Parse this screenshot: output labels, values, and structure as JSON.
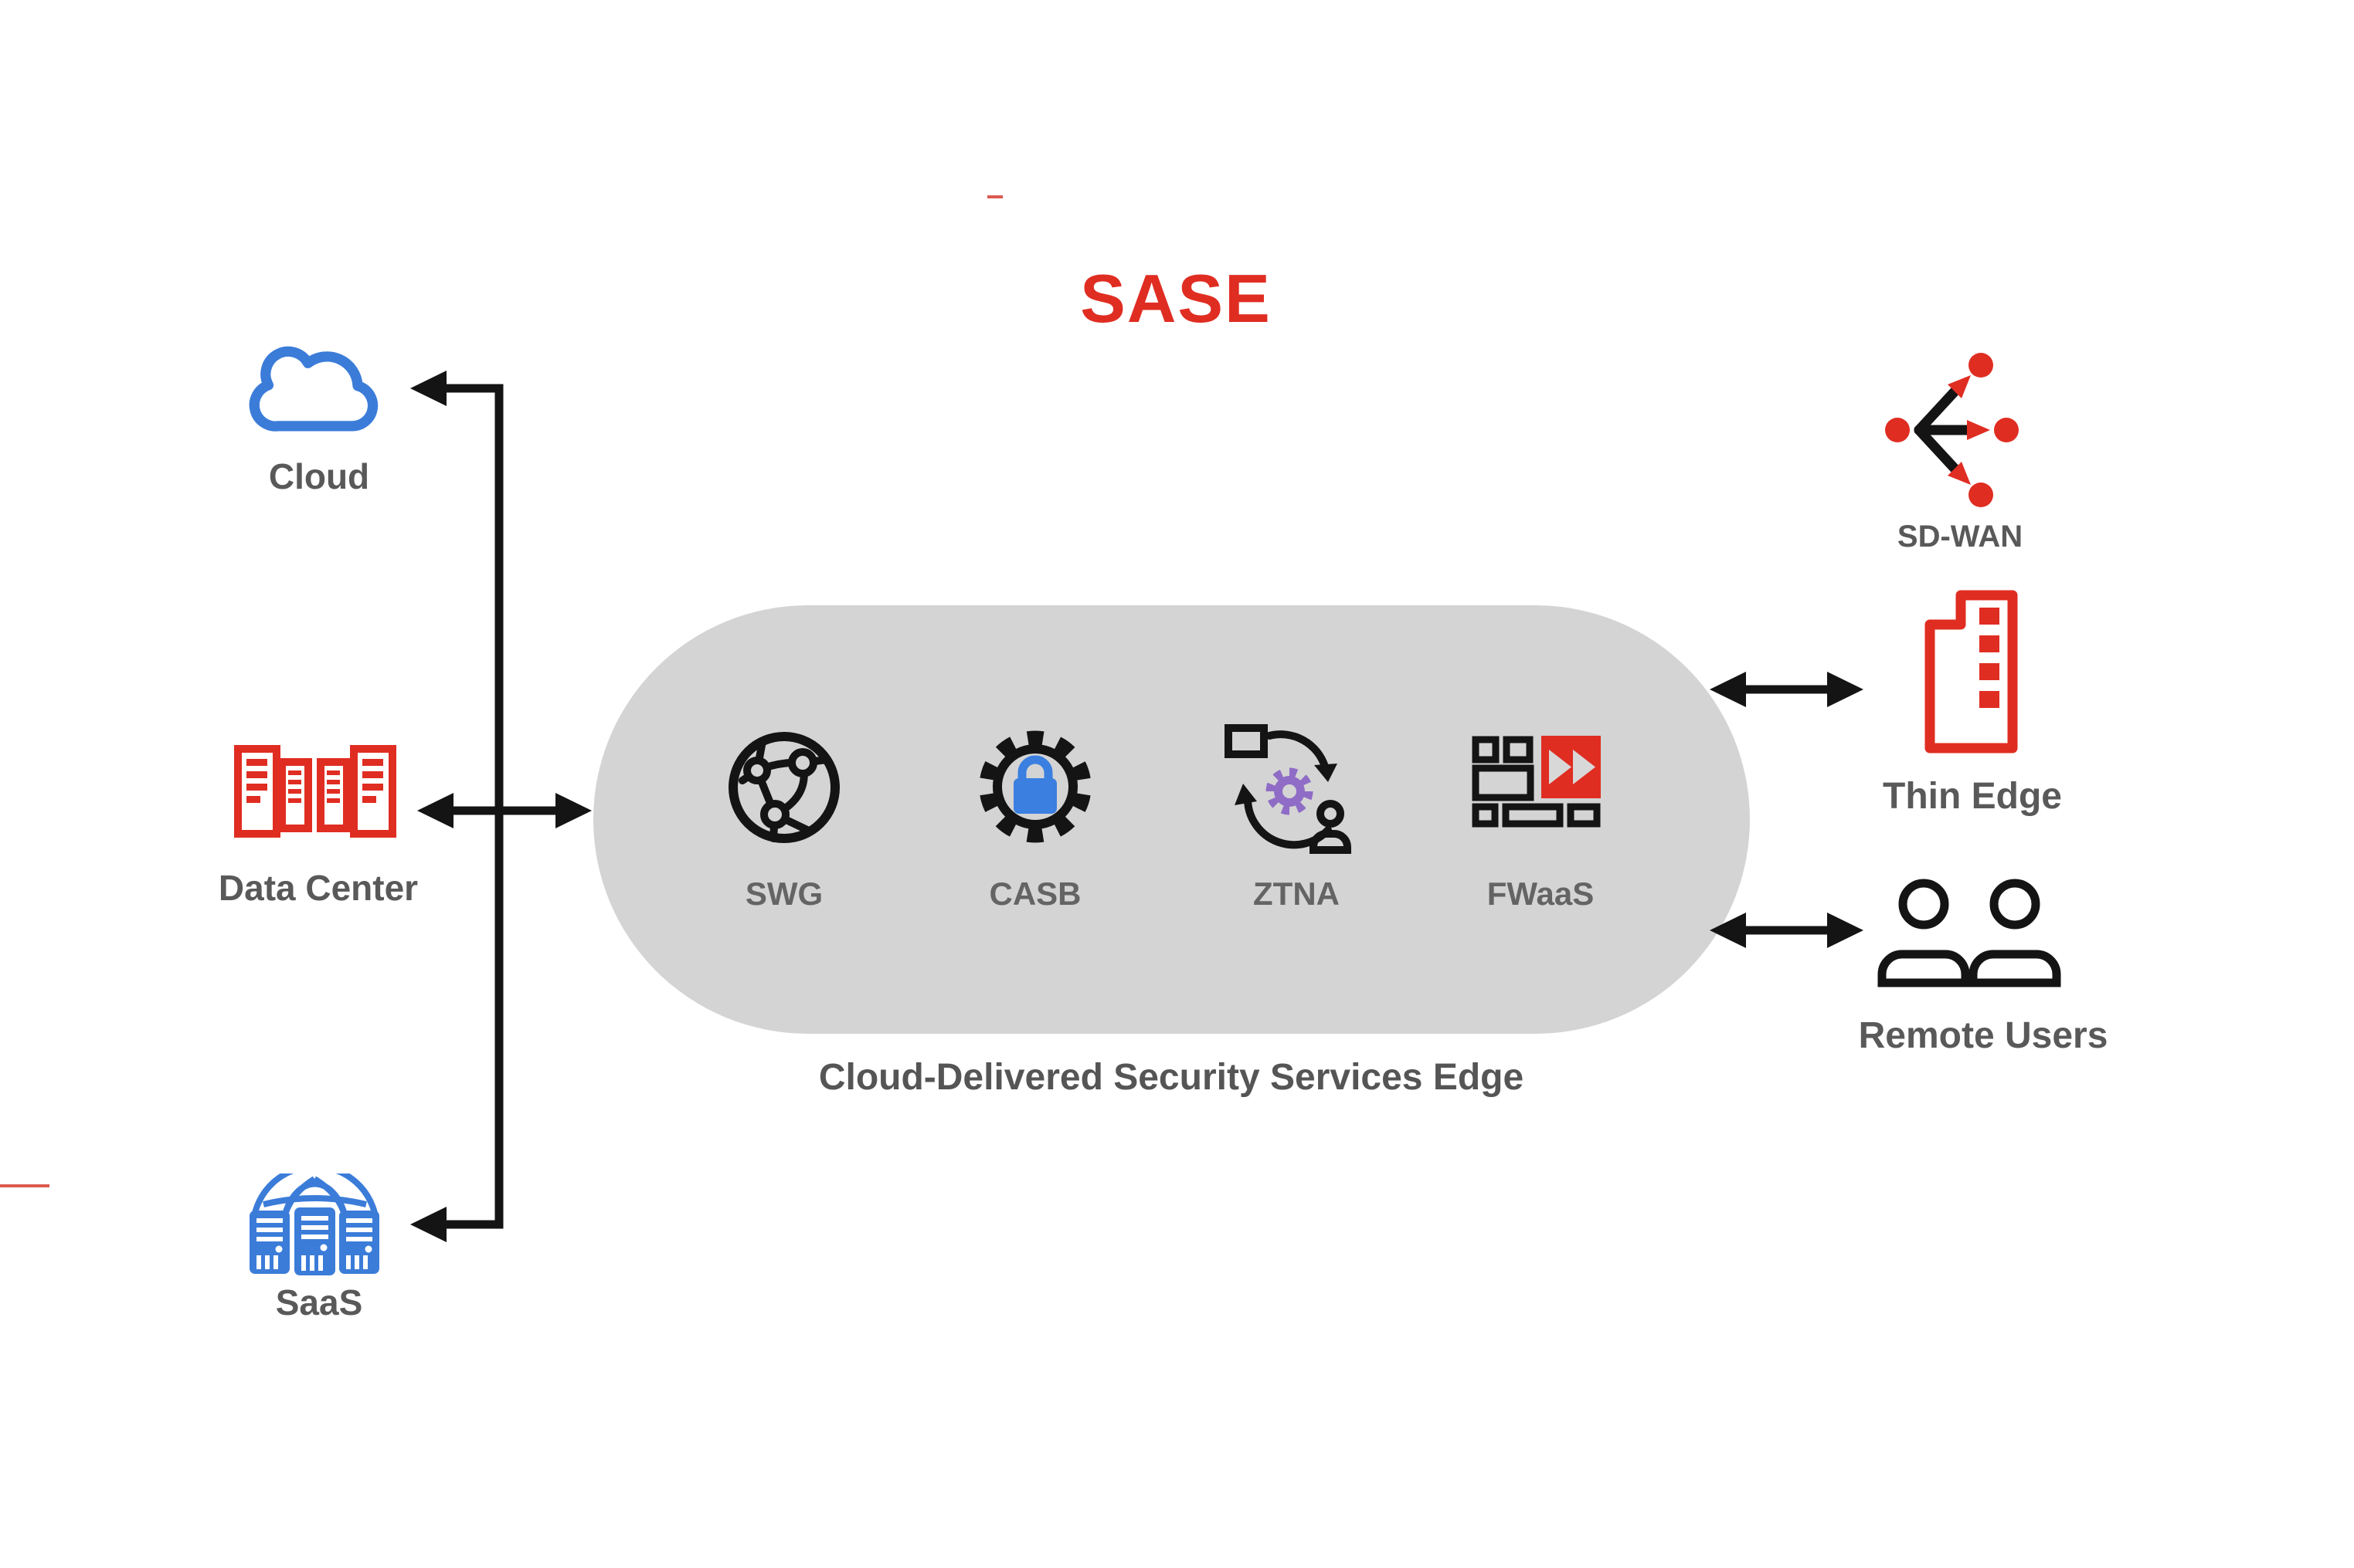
{
  "title": {
    "text": "SASE"
  },
  "colors": {
    "accent_red": "#E02D22",
    "blue": "#3B7CD9",
    "lock_blue": "#3B7FE0",
    "purple": "#8F6CC6",
    "pill_gray": "#D4D4D4",
    "label_gray": "#595959",
    "line_black": "#141414"
  },
  "left_nodes": {
    "cloud": {
      "label": "Cloud",
      "icon": "cloud-icon"
    },
    "data_center": {
      "label": "Data Center",
      "icon": "server-racks-icon"
    },
    "saas": {
      "label": "SaaS",
      "icon": "saas-globe-servers-icon"
    }
  },
  "pill": {
    "caption": "Cloud-Delivered Security Services Edge",
    "services": [
      {
        "label": "SWG",
        "icon": "network-globe-icon"
      },
      {
        "label": "CASB",
        "icon": "gear-lock-icon"
      },
      {
        "label": "ZTNA",
        "icon": "zero-trust-cycle-icon"
      },
      {
        "label": "FWaaS",
        "icon": "firewall-fastforward-icon"
      }
    ]
  },
  "right_nodes": {
    "sd_wan": {
      "label": "SD-WAN",
      "icon": "branching-arrows-icon"
    },
    "thin_edge": {
      "label": "Thin Edge",
      "icon": "edge-building-icon"
    },
    "remote_users": {
      "label": "Remote Users",
      "icon": "two-users-icon"
    }
  }
}
